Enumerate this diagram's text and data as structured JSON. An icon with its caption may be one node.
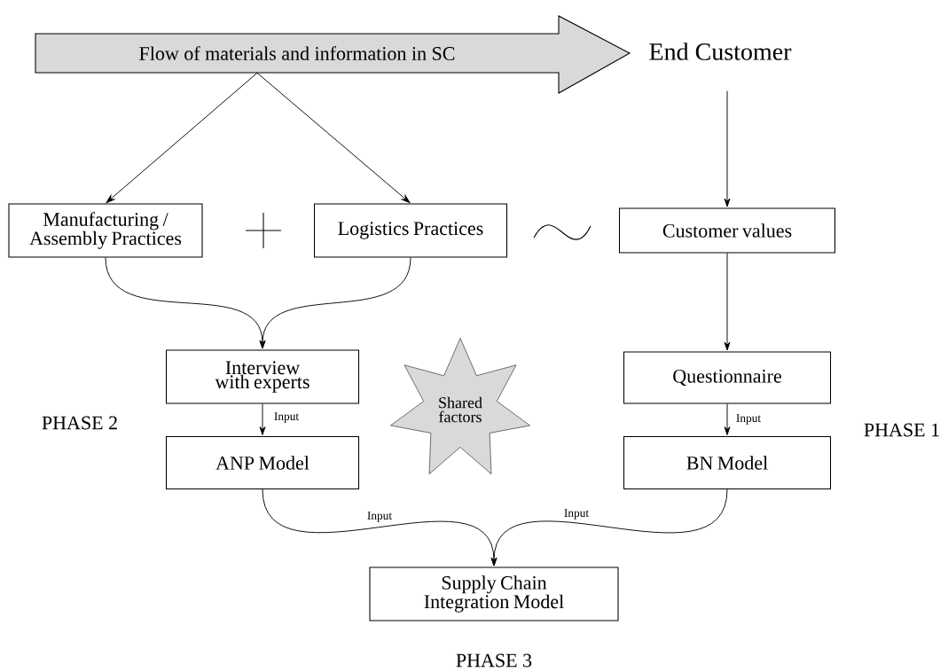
{
  "diagram": {
    "nodes": [
      {
        "text": [
          "Flow of materials and information in SC"
        ]
      },
      {
        "text": [
          "End Customer"
        ]
      },
      {
        "text": [
          "Manufacturing / Assembly Practices"
        ]
      },
      {
        "text": [
          "Logistics Practices"
        ]
      },
      {
        "text": [
          "Customer values"
        ]
      },
      {
        "text": [
          "Interview with experts"
        ]
      },
      {
        "text": [
          "Questionnaire"
        ]
      },
      {
        "text": [
          "Shared factors"
        ]
      },
      {
        "text": [
          "ANP Model"
        ]
      },
      {
        "text": [
          "BN Model"
        ]
      },
      {
        "text": [
          "Supply Chain Integration Model"
        ]
      }
    ],
    "edges": [
      {
        "from": 0,
        "to": 2,
        "arrow": "to"
      },
      {
        "from": 0,
        "to": 3,
        "arrow": "to"
      },
      {
        "from": 1,
        "to": 4,
        "arrow": "to"
      },
      {
        "from": 2,
        "to": 5,
        "arrow": "to"
      },
      {
        "from": 3,
        "to": 5,
        "arrow": "to"
      },
      {
        "from": 4,
        "to": 6,
        "arrow": "to"
      },
      {
        "from": 5,
        "to": 8,
        "arrow": "to",
        "label": "Input"
      },
      {
        "from": 6,
        "to": 9,
        "arrow": "to",
        "label": "Input"
      },
      {
        "from": 8,
        "to": 10,
        "arrow": "to",
        "label": "Input"
      },
      {
        "from": 9,
        "to": 10,
        "arrow": "to",
        "label": "Input"
      }
    ],
    "labels": [
      "PHASE 2",
      "PHASE 1",
      "PHASE 3"
    ]
  }
}
